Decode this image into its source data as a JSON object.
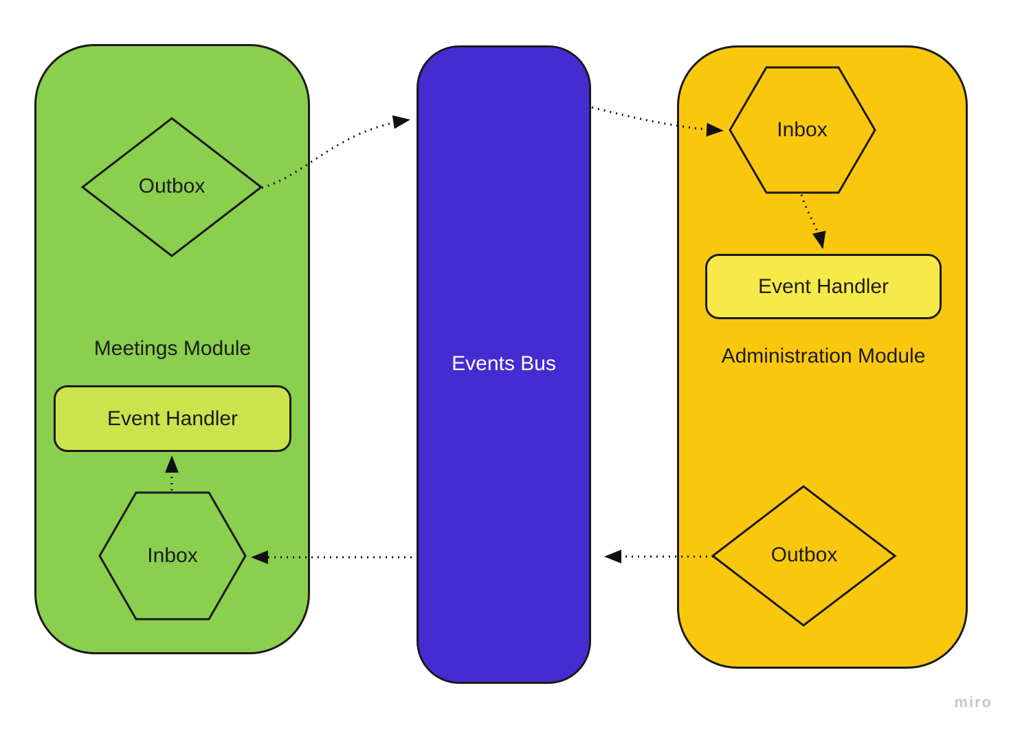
{
  "meetings_module": {
    "title": "Meetings Module",
    "fill": "#8bcf4f",
    "outbox": {
      "label": "Outbox",
      "shape": "diamond"
    },
    "event_handler": {
      "label": "Event Handler",
      "fill": "#cbe34d"
    },
    "inbox": {
      "label": "Inbox",
      "shape": "hexagon"
    }
  },
  "events_bus": {
    "title": "Events Bus",
    "fill": "#452cd1",
    "text_color": "#ffffff"
  },
  "administration_module": {
    "title": "Administration Module",
    "fill": "#fac70f",
    "inbox": {
      "label": "Inbox",
      "shape": "hexagon"
    },
    "event_handler": {
      "label": "Event Handler",
      "fill": "#f7ea48"
    },
    "outbox": {
      "label": "Outbox",
      "shape": "diamond"
    }
  },
  "connections": [
    {
      "from": "meetings-outbox",
      "to": "events-bus",
      "style": "dotted-arrow"
    },
    {
      "from": "events-bus",
      "to": "administration-inbox",
      "style": "dotted-arrow"
    },
    {
      "from": "administration-inbox",
      "to": "administration-event-handler",
      "style": "dotted-arrow"
    },
    {
      "from": "administration-outbox",
      "to": "events-bus",
      "style": "dotted-arrow"
    },
    {
      "from": "events-bus",
      "to": "meetings-inbox",
      "style": "dotted-arrow"
    },
    {
      "from": "meetings-inbox",
      "to": "meetings-event-handler",
      "style": "dotted-arrow"
    }
  ],
  "stroke_color": "#1a1a1a",
  "watermark": {
    "label": "miro"
  }
}
